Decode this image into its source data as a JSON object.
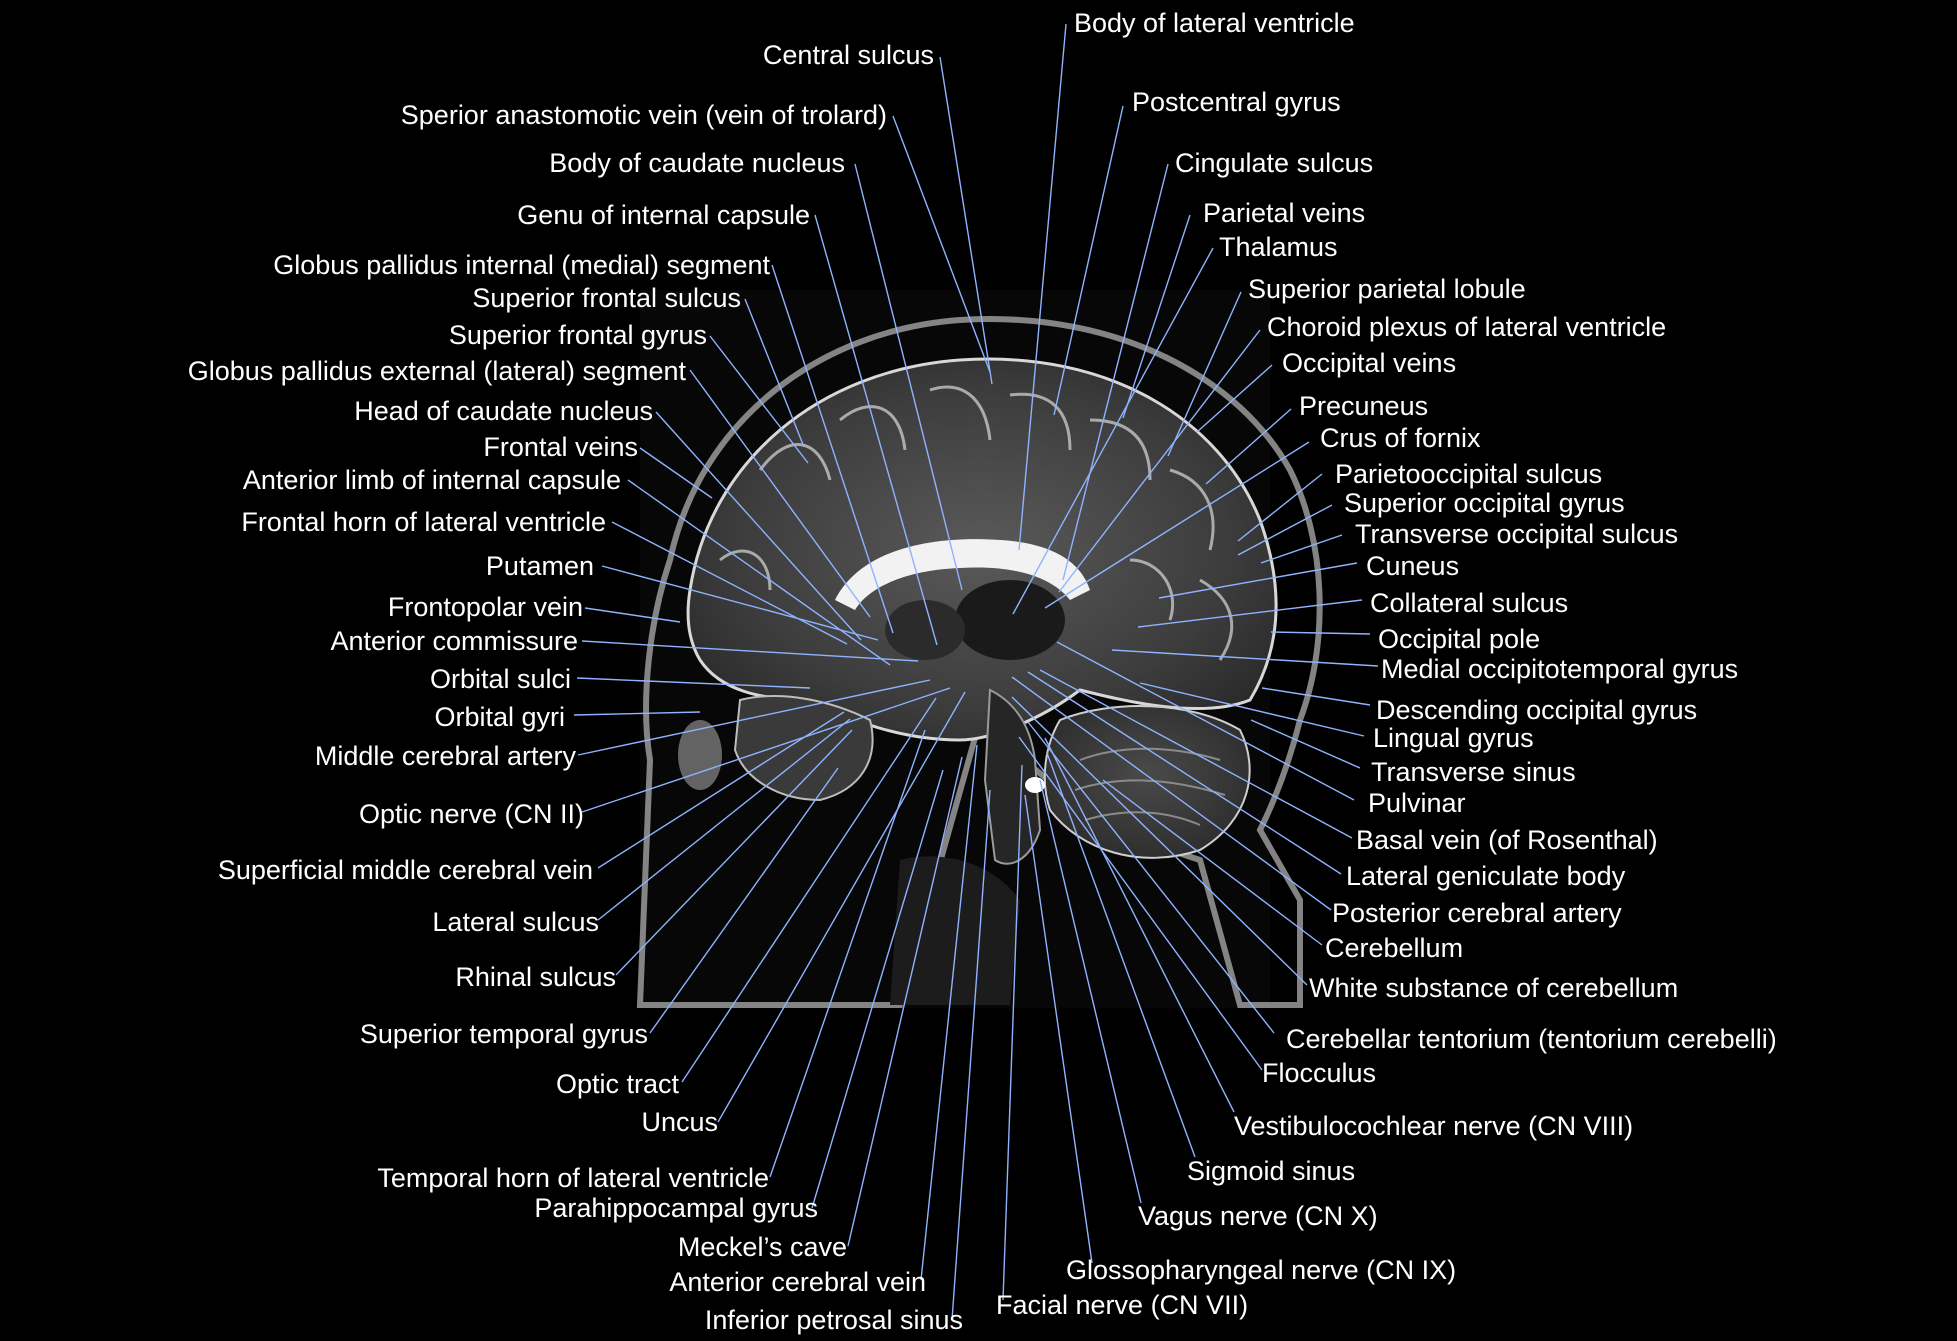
{
  "figure": {
    "view": "sagittal T2-weighted MRI of the brain",
    "background_color": "#000000",
    "leader_line_color": "#8fb3ff",
    "label_color": "#ffffff"
  },
  "labels_left": [
    "Central sulcus",
    "Sperior anastomotic vein (vein of trolard)",
    "Body of caudate nucleus",
    "Genu of internal capsule",
    "Globus pallidus internal (medial) segment",
    "Superior frontal sulcus",
    "Superior frontal gyrus",
    "Globus pallidus external (lateral) segment",
    "Head of caudate nucleus",
    "Frontal veins",
    "Anterior limb of internal capsule",
    "Frontal horn of lateral ventricle",
    "Putamen",
    "Frontopolar vein",
    "Anterior commissure",
    "Orbital sulci",
    "Orbital gyri",
    "Middle cerebral artery",
    "Optic nerve (CN II)",
    "Superficial middle cerebral vein",
    "Lateral sulcus",
    "Rhinal sulcus",
    "Superior temporal gyrus",
    "Optic tract",
    "Uncus",
    "Temporal horn of lateral ventricle",
    "Parahippocampal gyrus",
    "Meckel’s cave",
    "Anterior cerebral vein",
    "Inferior petrosal sinus"
  ],
  "labels_right": [
    "Body of lateral ventricle",
    "Postcentral gyrus",
    "Cingulate sulcus",
    "Parietal veins",
    "Thalamus",
    "Superior parietal lobule",
    "Choroid plexus of lateral ventricle",
    "Occipital veins",
    "Precuneus",
    "Crus of fornix",
    "Parietooccipital sulcus",
    "Superior occipital gyrus",
    "Transverse occipital sulcus",
    "Cuneus",
    "Collateral sulcus",
    "Occipital pole",
    "Medial occipitotemporal gyrus",
    "Descending occipital gyrus",
    "Lingual gyrus",
    "Transverse sinus",
    "Pulvinar",
    "Basal vein (of Rosenthal)",
    "Lateral geniculate body",
    "Posterior cerebral artery",
    "Cerebellum",
    "White substance of cerebellum",
    "Cerebellar tentorium (tentorium cerebelli)",
    "Flocculus",
    "Vestibulocochlear nerve (CN VIII)",
    "Sigmoid sinus",
    "Vagus nerve (CN X)",
    "Glossopharyngeal nerve (CN IX)",
    "Facial nerve (CN VII)"
  ]
}
